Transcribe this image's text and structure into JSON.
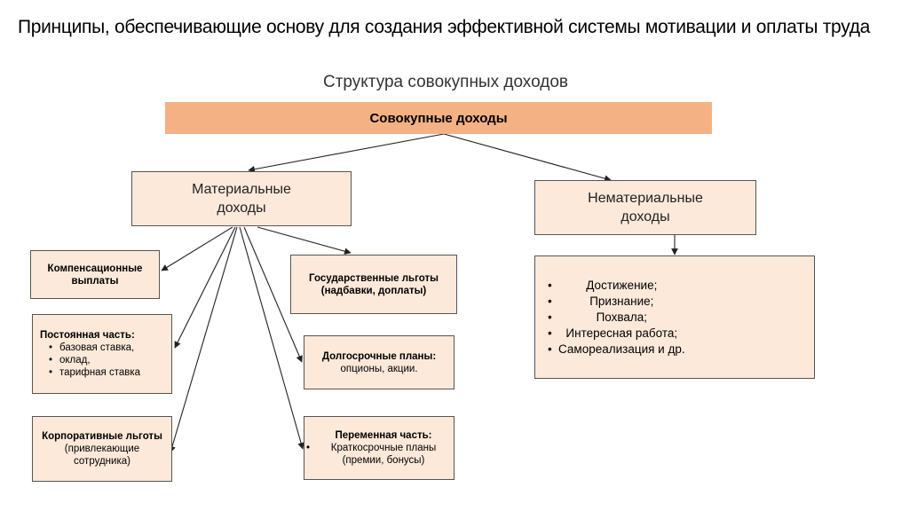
{
  "title": "Принципы, обеспечивающие основу для создания эффективной системы мотивации и оплаты труда",
  "subtitle": "Структура совокупных доходов",
  "root": "Совокупные доходы",
  "material": "Материальные доходы",
  "nonmaterial": "Нематериальные доходы",
  "compensation": "Компенсационные выплаты",
  "constant": {
    "heading": "Постоянная часть:",
    "items": [
      "базовая ставка,",
      "оклад,",
      "тарифная ставка"
    ]
  },
  "corporate": {
    "heading": "Корпоративные льготы",
    "note": "(привлекающие сотрудника)"
  },
  "state": {
    "heading": "Государственные льготы",
    "note": "(надбавки, доплаты)"
  },
  "longterm": {
    "heading": "Долгосрочные планы:",
    "note": "опционы, акции."
  },
  "variable": {
    "heading": "Переменная часть:",
    "items": [
      "Краткосрочные планы (премии, бонусы)"
    ]
  },
  "nonmaterial_items": [
    "Достижение;",
    "Признание;",
    "Похвала;",
    "Интересная работа;",
    "Самореализация и др."
  ]
}
